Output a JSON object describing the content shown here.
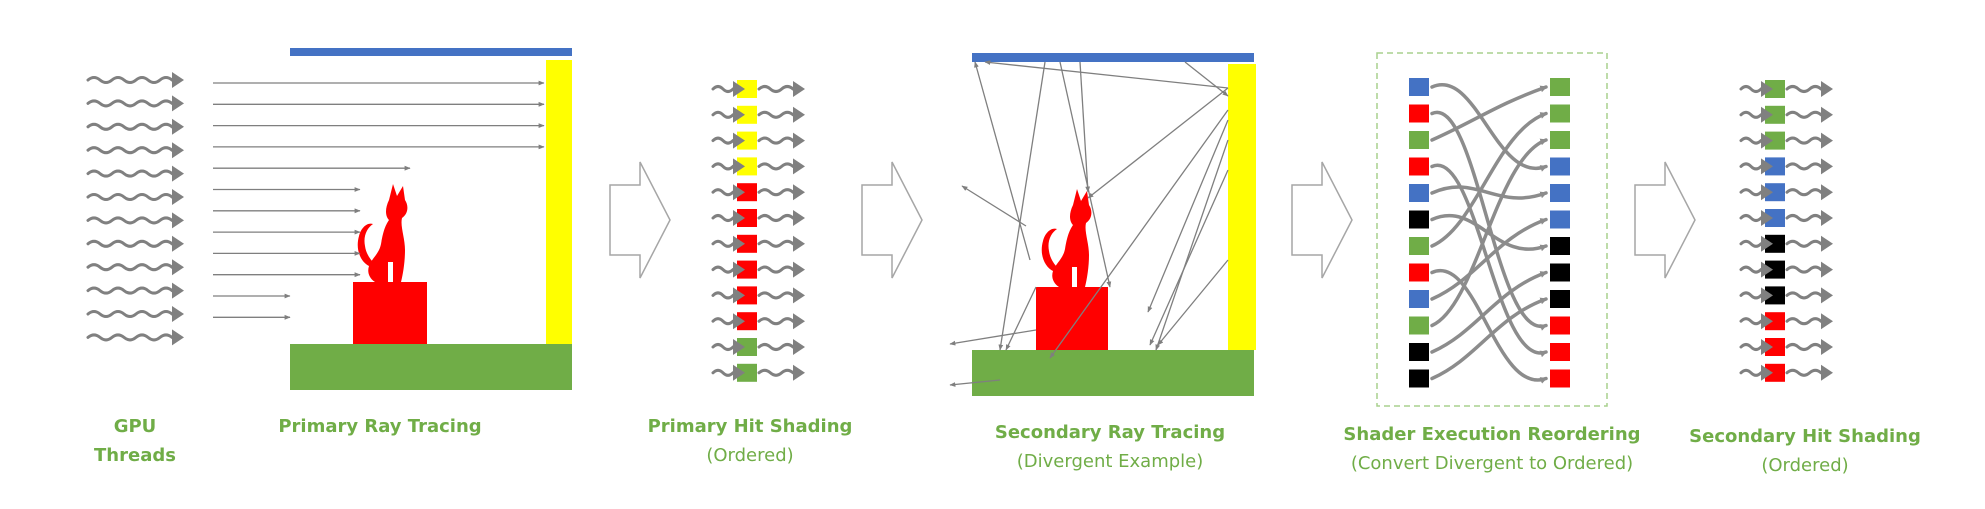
{
  "colors": {
    "blue": "#4472C4",
    "yellow": "#FFFF00",
    "green": "#70AD47",
    "red": "#FF0000",
    "black": "#000000",
    "label": "#70AD47",
    "ray": "#7F7F7F",
    "wave": "#808080",
    "step_arrow": "#A6A6A6"
  },
  "labels": {
    "gpu_threads": {
      "line1": "GPU",
      "line2": "Threads"
    },
    "primary_ray_tracing": {
      "title": "Primary Ray Tracing"
    },
    "primary_hit_shading": {
      "title": "Primary Hit Shading",
      "sub": "(Ordered)"
    },
    "secondary_ray_tracing": {
      "title": "Secondary Ray Tracing",
      "sub": "(Divergent Example)"
    },
    "shader_execution_reordering": {
      "title": "Shader Execution Reordering",
      "sub": "(Convert Divergent to Ordered)"
    },
    "secondary_hit_shading": {
      "title": "Secondary Hit Shading",
      "sub": "(Ordered)"
    }
  },
  "primary_hit_sequence": [
    "yellow",
    "yellow",
    "yellow",
    "yellow",
    "red",
    "red",
    "red",
    "red",
    "red",
    "red",
    "green",
    "green"
  ],
  "ser_input_sequence": [
    "blue",
    "red",
    "green",
    "red",
    "blue",
    "black",
    "green",
    "red",
    "blue",
    "green",
    "black",
    "black"
  ],
  "ser_output_sequence": [
    "green",
    "green",
    "green",
    "blue",
    "blue",
    "blue",
    "black",
    "black",
    "black",
    "red",
    "red",
    "red"
  ],
  "secondary_hit_sequence": [
    "green",
    "green",
    "green",
    "blue",
    "blue",
    "blue",
    "black",
    "black",
    "black",
    "red",
    "red",
    "red"
  ],
  "icons": {
    "gpu_thread": "wavy-arrow-icon",
    "object": "cat-icon",
    "step": "hollow-arrow-icon"
  }
}
